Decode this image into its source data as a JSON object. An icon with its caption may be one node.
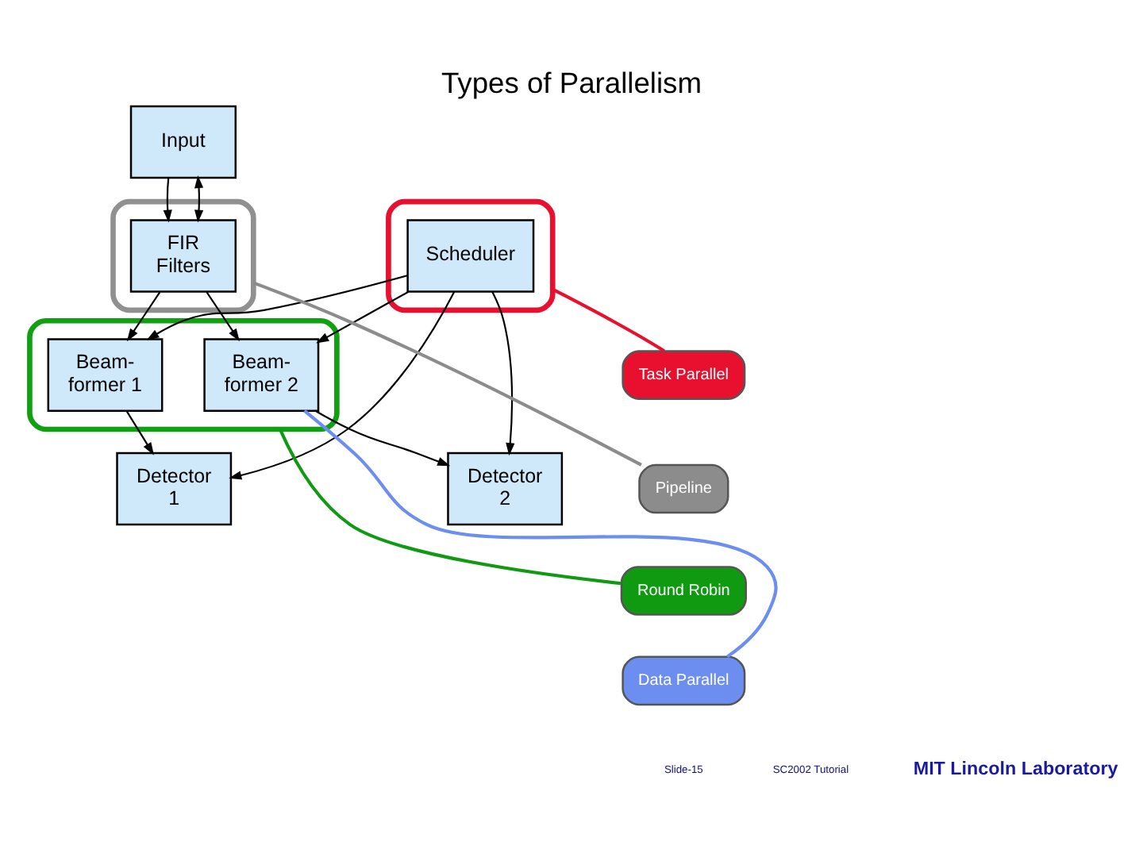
{
  "diagram": {
    "title": "Types of Parallelism",
    "nodes": [
      {
        "text": [],
        "shape": "box"
      },
      {
        "text": [],
        "shape": "box"
      },
      {
        "text": [
          "Input"
        ]
      },
      {
        "text": [
          "Scheduler"
        ],
        "in": 0
      },
      {
        "text": [
          "FIR Filters"
        ],
        "in": 1
      },
      {
        "text": [
          "Task Parallel"
        ]
      },
      {
        "text": [
          "Pipeline"
        ]
      },
      {
        "text": [],
        "shape": "box"
      },
      {
        "text": [
          "Beam- former 1"
        ],
        "in": 7
      },
      {
        "text": [
          "Beam- former 2"
        ],
        "in": 7
      },
      {
        "text": [
          "Round Robin"
        ]
      },
      {
        "text": [
          "Detector 1"
        ]
      },
      {
        "text": [
          "Detector 2"
        ]
      },
      {
        "text": [
          "Data Parallel"
        ]
      }
    ],
    "edges": [
      {
        "from": 2,
        "to": 4,
        "arrow": "to"
      },
      {
        "from": 2,
        "to": 4,
        "arrow": "both"
      },
      {
        "from": 3,
        "to": 8,
        "arrow": "to"
      },
      {
        "from": 3,
        "to": 11,
        "arrow": "to"
      },
      {
        "from": 3,
        "to": 9,
        "arrow": "to"
      },
      {
        "from": 3,
        "to": 12,
        "arrow": "to"
      },
      {
        "from": 4,
        "to": 8,
        "arrow": "to"
      },
      {
        "from": 4,
        "to": 9,
        "arrow": "to"
      },
      {
        "from": 8,
        "to": 11,
        "arrow": "to"
      },
      {
        "from": 9,
        "to": 12,
        "arrow": "to"
      },
      {
        "from": 5,
        "to": 0,
        "arrow": "none",
        "color": "#e8102e"
      },
      {
        "from": 6,
        "to": 1,
        "arrow": "none",
        "color": "#8c8c8c"
      },
      {
        "from": 10,
        "to": 7,
        "arrow": "none",
        "color": "#0f9a12"
      },
      {
        "from": 13,
        "to": 9,
        "arrow": "none",
        "color": "#6b8ef0"
      }
    ],
    "labels": [
      "Slide-15",
      "SC2002 Tutorial",
      "MIT Lincoln Laboratory"
    ]
  }
}
